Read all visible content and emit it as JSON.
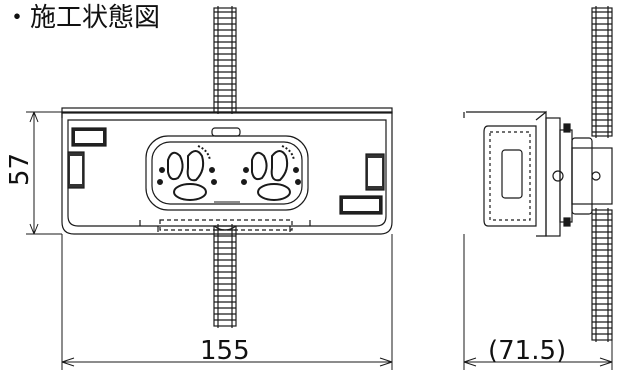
{
  "title": "・施工状態図",
  "dimensions": {
    "width": "155",
    "height": "57",
    "depth": "(71.5)"
  },
  "colors": {
    "line": "#1a1a1a",
    "background": "#ffffff",
    "label_fill": "#222222"
  }
}
